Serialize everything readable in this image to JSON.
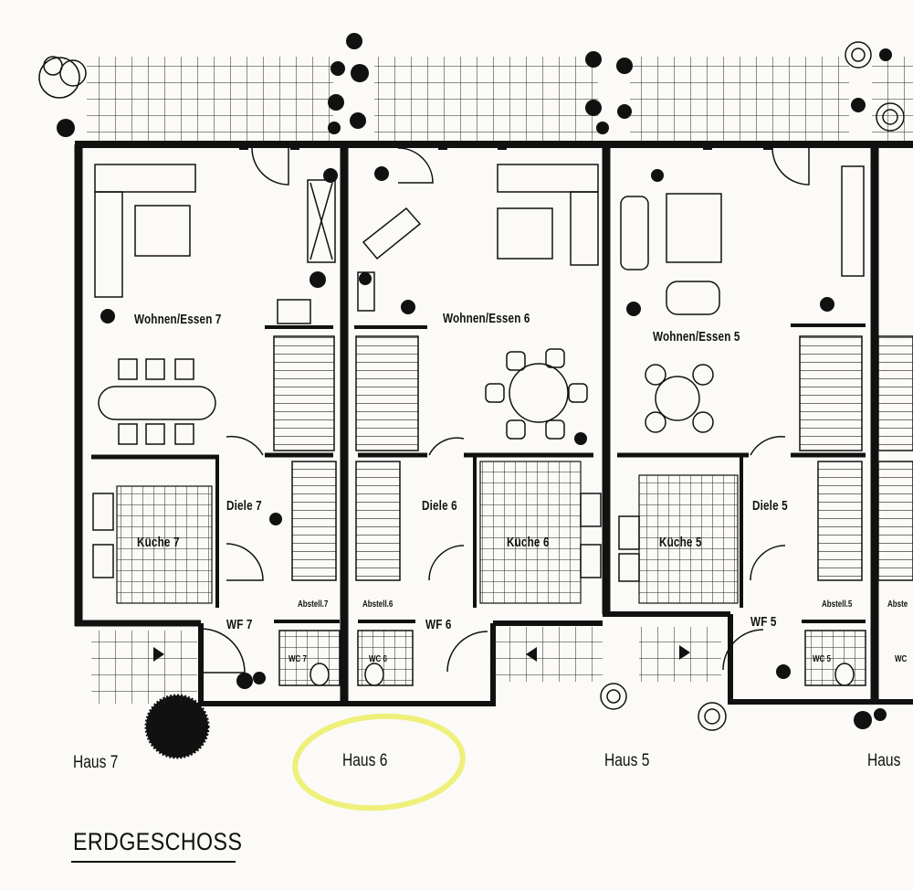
{
  "houses": [
    {
      "id": "7",
      "name": "Haus 7",
      "rooms": {
        "living": "Wohnen/Essen 7",
        "hall": "Diele 7",
        "kitchen": "Küche 7",
        "wc_room": "WF 7",
        "storage": "Abstell.7",
        "wc": "WC 7"
      }
    },
    {
      "id": "6",
      "name": "Haus 6",
      "highlighted": true,
      "rooms": {
        "living": "Wohnen/Essen 6",
        "hall": "Diele 6",
        "kitchen": "Küche 6",
        "wc_room": "WF 6",
        "storage": "Abstell.6",
        "wc": "WC 6"
      }
    },
    {
      "id": "5",
      "name": "Haus 5",
      "rooms": {
        "living": "Wohnen/Essen 5",
        "hall": "Diele 5",
        "kitchen": "Küche 5",
        "wc_room": "WF 5",
        "storage": "Abstell.5",
        "wc": "WC 5"
      }
    },
    {
      "id": "4",
      "name": "Haus",
      "rooms": {
        "storage": "Abste",
        "wc": "WC"
      }
    }
  ],
  "floor_title": "ERDGESCHOSS",
  "colors": {
    "paper": "#fbfaf6",
    "ink": "#111111",
    "highlight": "#eef07a"
  }
}
